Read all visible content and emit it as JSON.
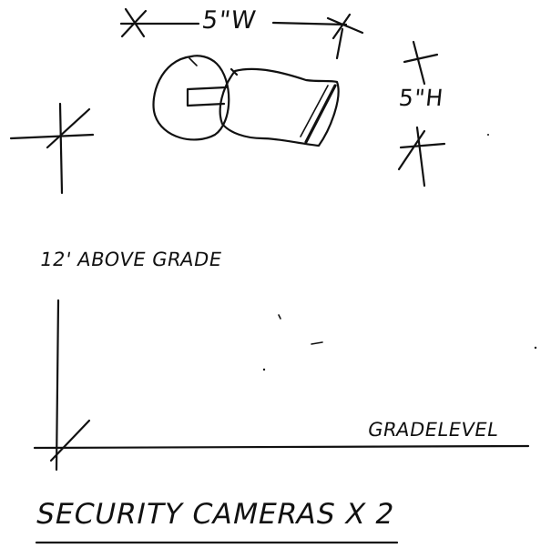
{
  "dimensions": {
    "width_label": "5\"W",
    "height_label": "5\"H"
  },
  "height_note": "12' ABOVE GRADE",
  "grade_label": "GRADELEVEL",
  "caption": "SECURITY CAMERAS X 2"
}
